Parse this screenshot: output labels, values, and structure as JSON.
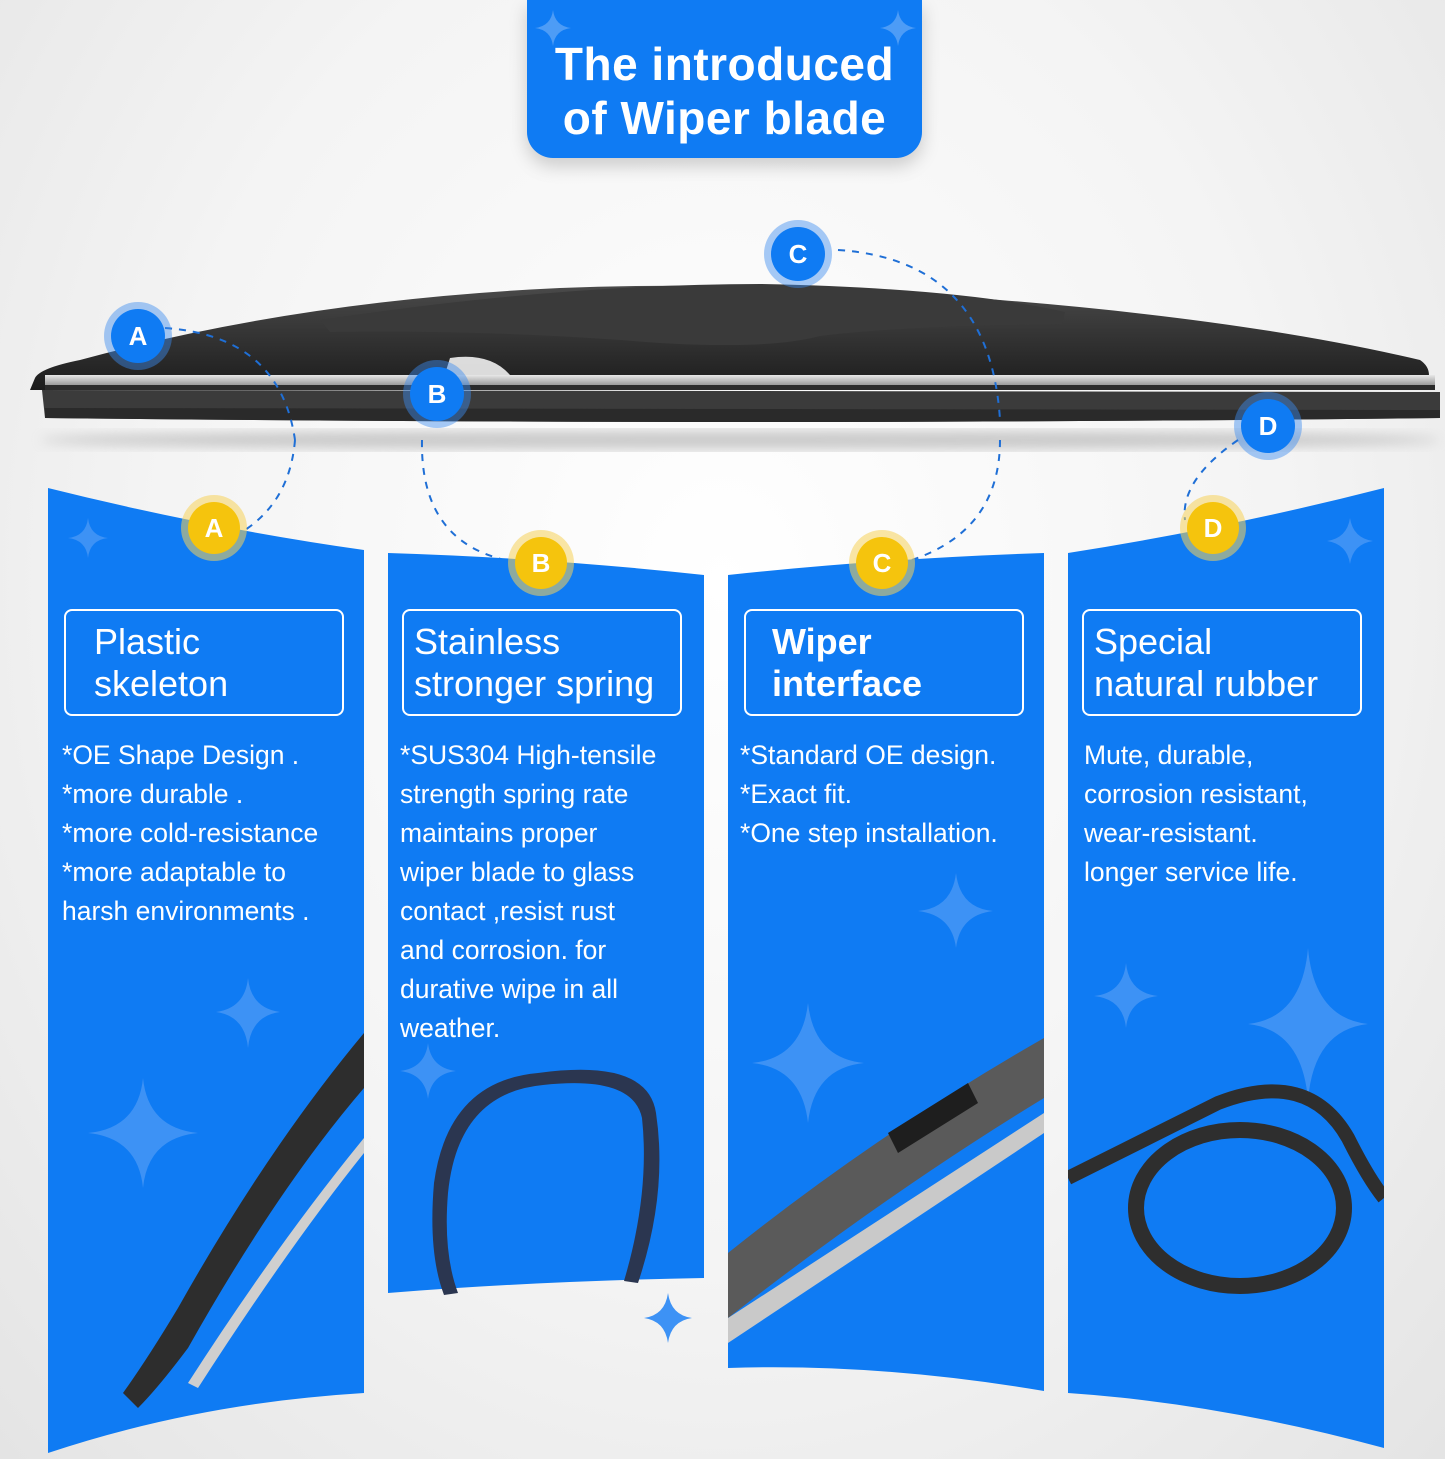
{
  "header": {
    "title_line1": "The introduced",
    "title_line2": "of Wiper blade"
  },
  "callouts": {
    "blade_markers": [
      "A",
      "B",
      "C",
      "D"
    ],
    "panel_markers": [
      "A",
      "B",
      "C",
      "D"
    ]
  },
  "panels": [
    {
      "marker": "A",
      "heading_line1": "Plastic",
      "heading_line2": "skeleton",
      "lines": [
        "*OE Shape Design .",
        "*more durable .",
        "*more cold-resistance",
        "*more adaptable to",
        "harsh environments ."
      ],
      "image": "wiper-arm-closeup"
    },
    {
      "marker": "B",
      "heading_line1": "Stainless",
      "heading_line2": "stronger spring",
      "lines": [
        "*SUS304 High-tensile",
        "strength spring rate",
        "maintains proper",
        "wiper blade to glass",
        "contact ,resist rust",
        "and corrosion. for",
        "durative wipe in all",
        "weather."
      ],
      "image": "spring-strip-loop"
    },
    {
      "marker": "C",
      "heading_line1": "Wiper",
      "heading_line2": "interface",
      "lines": [
        "*Standard OE design.",
        "*Exact fit.",
        "*One step installation."
      ],
      "image": "wiper-interface-closeup"
    },
    {
      "marker": "D",
      "heading_line1": "Special",
      "heading_line2": "natural rubber",
      "lines": [
        "Mute, durable,",
        "corrosion resistant,",
        "wear-resistant.",
        "longer service life."
      ],
      "image": "rubber-knot"
    }
  ],
  "colors": {
    "brand_blue": "#0f7bf3",
    "marker_yellow": "#f5c40d",
    "blade_black": "#2b2b2b"
  }
}
